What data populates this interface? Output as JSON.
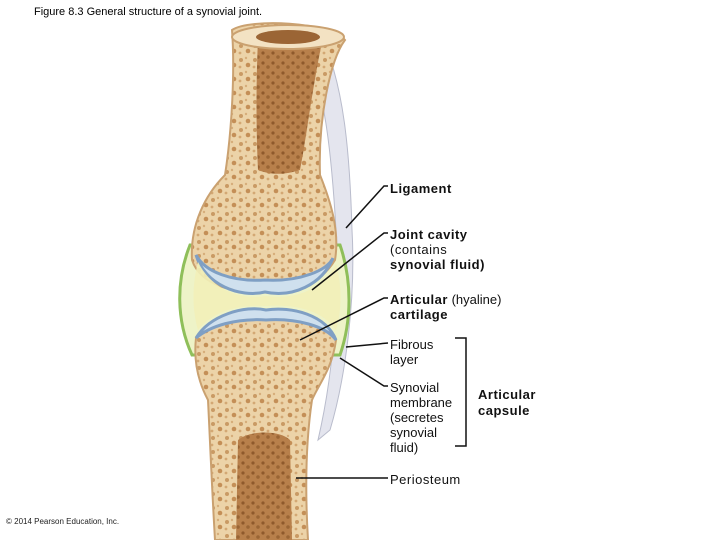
{
  "figure": {
    "title": "Figure 8.3 General structure of a synovial joint.",
    "copyright": "© 2014 Pearson Education, Inc."
  },
  "labels": {
    "ligament": "Ligament",
    "joint_cavity": "Joint cavity",
    "joint_cavity_note_1": "(contains",
    "joint_cavity_note_2": "synovial fluid)",
    "articular_cartilage": "Articular",
    "articular_cartilage_paren": "(hyaline)",
    "articular_cartilage_2": "cartilage",
    "fibrous_layer_1": "Fibrous",
    "fibrous_layer_2": "layer",
    "synovial_membrane_1": "Synovial",
    "synovial_membrane_2": "membrane",
    "synovial_membrane_3": "(secretes",
    "synovial_membrane_4": "synovial",
    "synovial_membrane_5": "fluid)",
    "periosteum": "Periosteum",
    "articular_capsule_1": "Articular",
    "articular_capsule_2": "capsule"
  },
  "colors": {
    "bone_outer": "#efd9b5",
    "bone_spongy": "#e2bf8c",
    "marrow": "#b57a44",
    "cartilage": "#cfe0ee",
    "cartilage_edge": "#7f9fc4",
    "synovial_fluid": "#f2efb8",
    "capsule": "#8fbf5a",
    "ligament": "#dcdde6",
    "leader": "#111111"
  }
}
